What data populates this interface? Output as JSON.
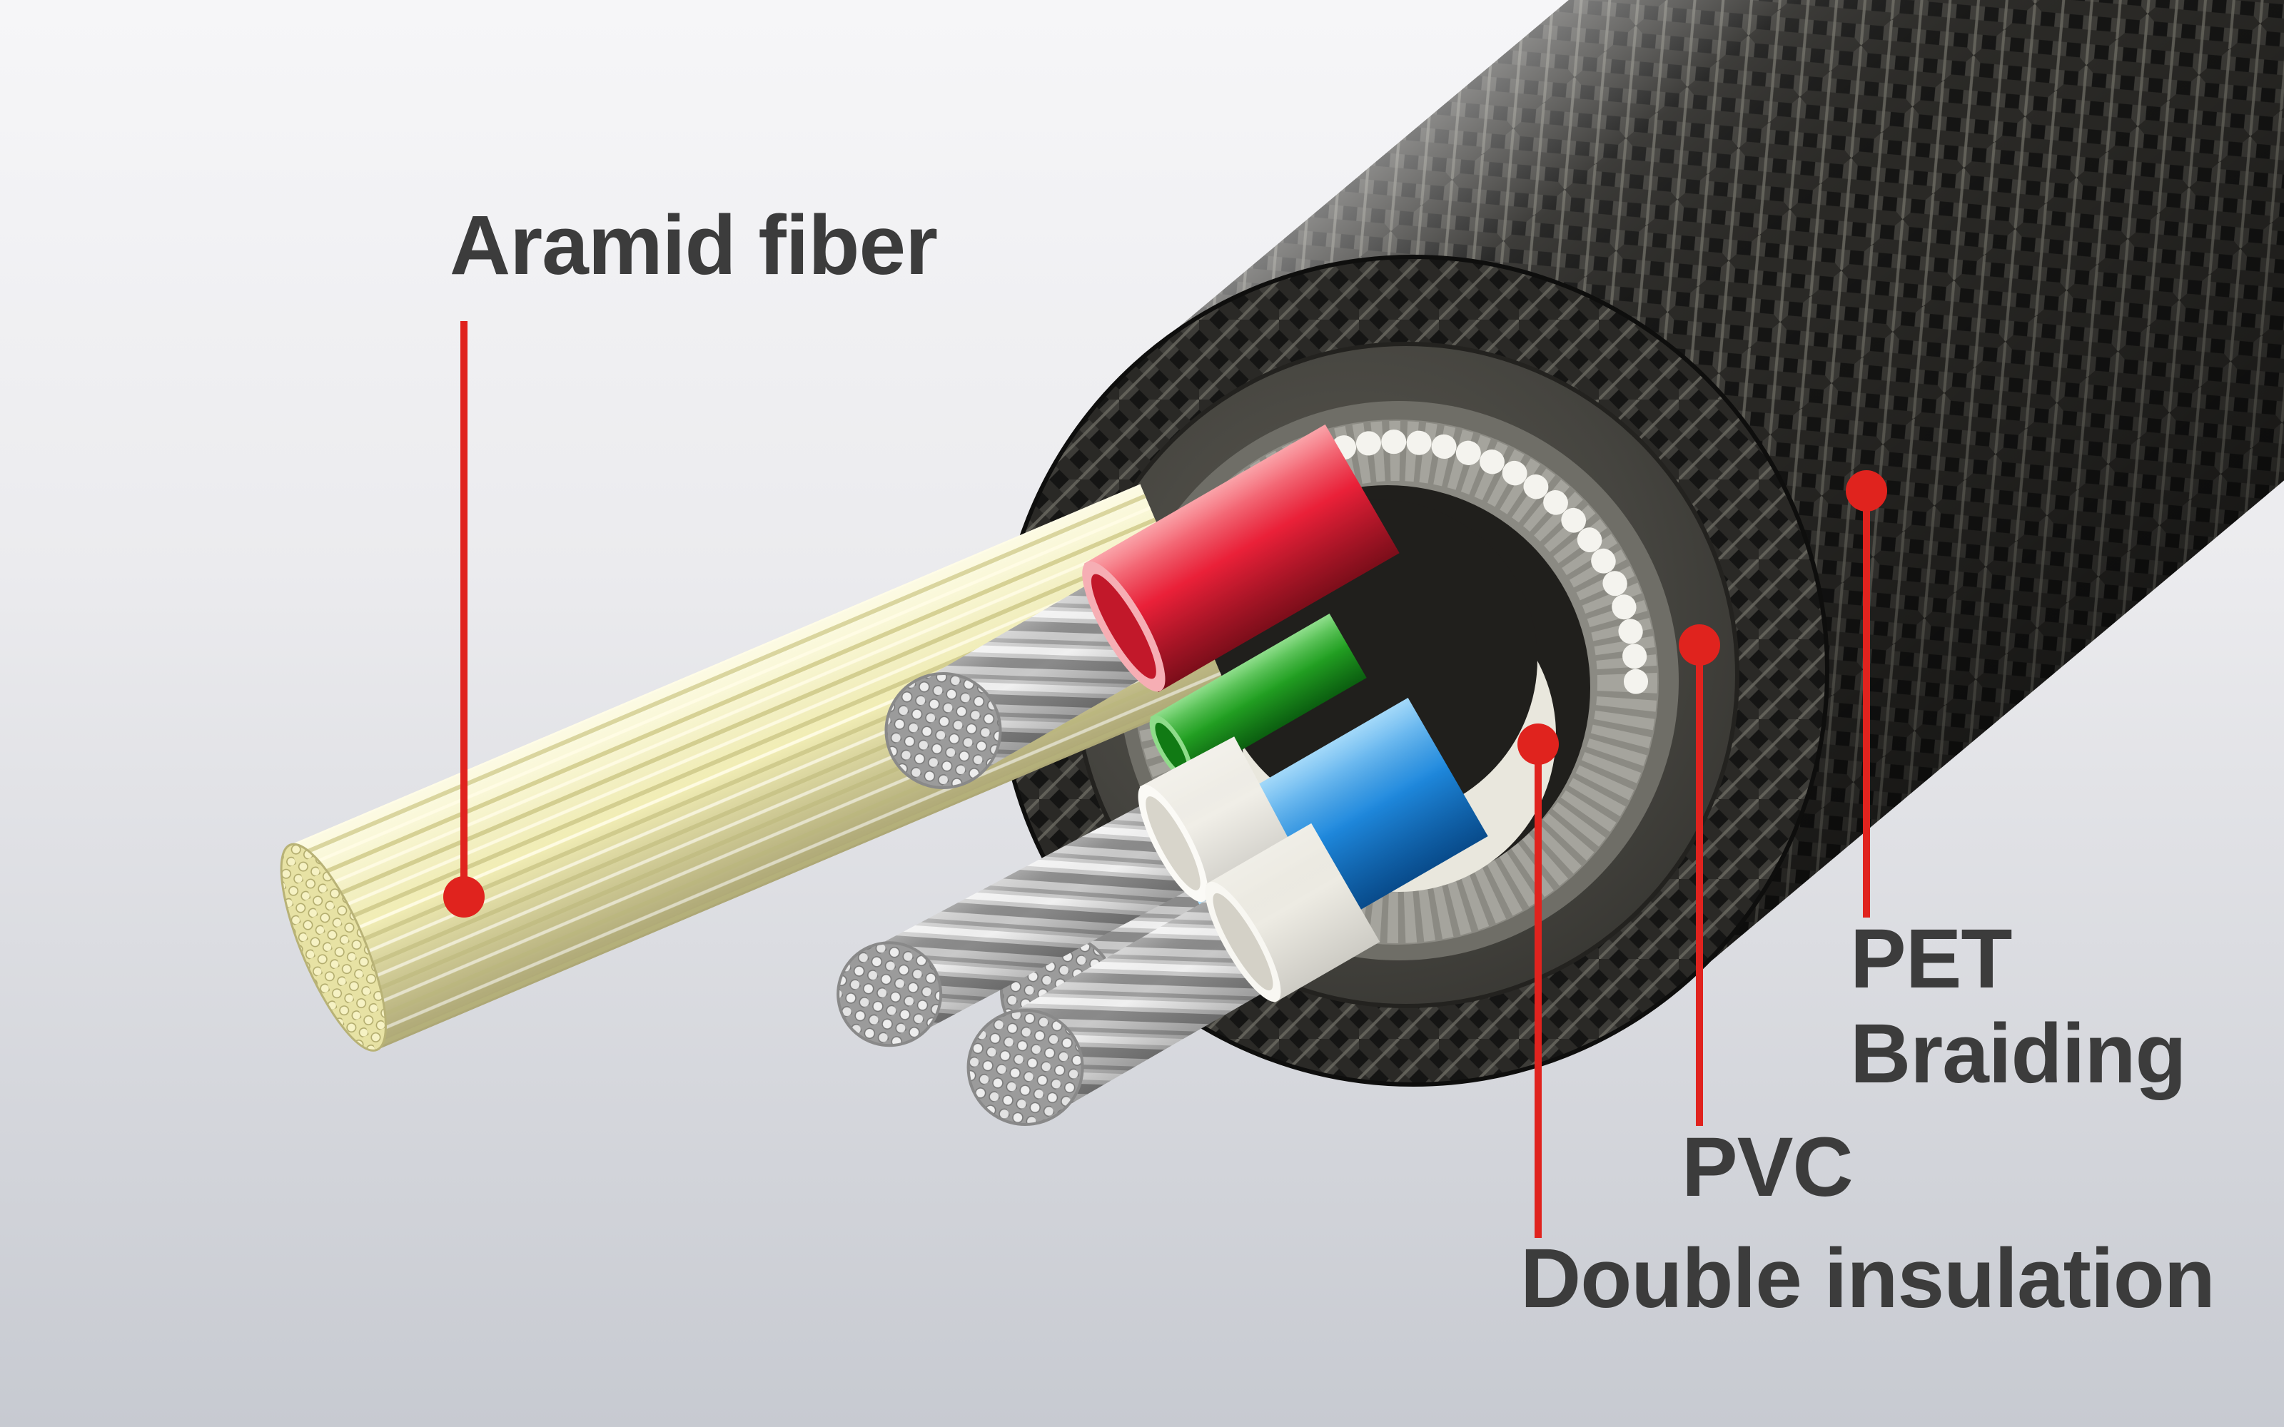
{
  "labels": {
    "aramid": "Aramid fiber",
    "pet_braiding": "PET\nBraiding",
    "pvc": "PVC",
    "double_insulation": "Double insulation"
  },
  "colors": {
    "callout_red": "#e0231e",
    "label_text": "#3c3c3c",
    "background_top": "#f6f6f8",
    "background_bottom": "#c7cad1",
    "aramid_yellow": "#f1edb5",
    "pet_braid_black": "#151514",
    "pvc_gray": "#45443f",
    "shield_silver": "#a5a49d",
    "wire_red": "#ea2038",
    "wire_blue": "#1e88dd",
    "wire_green": "#22a022",
    "conductor_silver": "#c9c9c9",
    "insulation_white": "#e9e7dd"
  }
}
